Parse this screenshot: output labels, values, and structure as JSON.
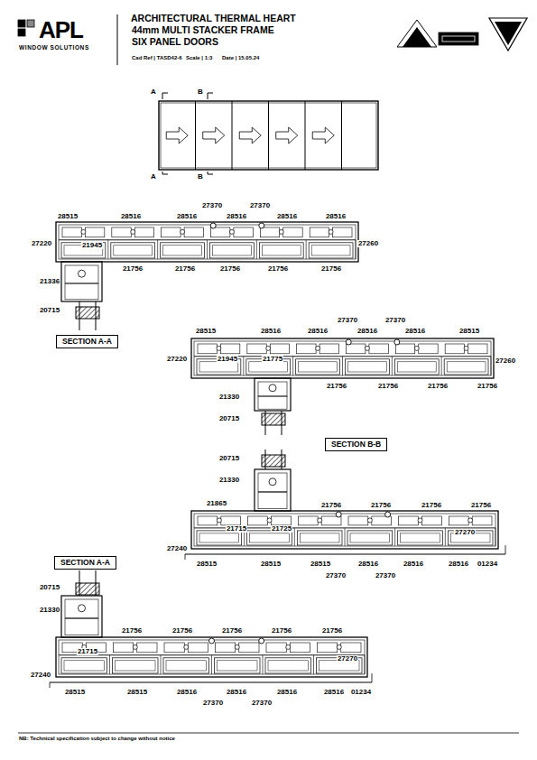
{
  "diagram": {
    "title": "ARCHITECTURAL THERMAL HEART",
    "nodes": [
      {
        "text": [
          "SECTION A-A"
        ]
      },
      {
        "text": [
          "SECTION B-B"
        ]
      },
      {
        "text": [
          "SECTION A-A"
        ]
      }
    ],
    "labels": [
      "APL",
      "WINDOW SOLUTIONS",
      "44mm MULTI STACKER FRAME",
      "SIX PANEL DOORS",
      "Cad Ref | TASD42-6",
      "Scale | 1:3",
      "Date | 15.05.24",
      "NB: Technical specification subject to change without notice",
      "A",
      "B",
      "A",
      "B",
      "28515",
      "28516",
      "28516",
      "27370",
      "28516",
      "27370",
      "28516",
      "28516",
      "27220",
      "21945",
      "27260",
      "21756",
      "21756",
      "21756",
      "21756",
      "21756",
      "21336",
      "20715",
      "28515",
      "28516",
      "27370",
      "27370",
      "28516",
      "28516",
      "28516",
      "28515",
      "27220",
      "21945",
      "21775",
      "27260",
      "21756",
      "21756",
      "21756",
      "21756",
      "21330",
      "20715",
      "20715",
      "21330",
      "21865",
      "21715",
      "21725",
      "21756",
      "21756",
      "21756",
      "21756",
      "27270",
      "27240",
      "28515",
      "28515",
      "28515",
      "28516",
      "28516",
      "28516",
      "01234",
      "27370",
      "27370",
      "20715",
      "21330",
      "21715",
      "21756",
      "21756",
      "21756",
      "21756",
      "21756",
      "27270",
      "27240",
      "28515",
      "28515",
      "28516",
      "28516",
      "28516",
      "28516",
      "01234",
      "27370",
      "27370"
    ]
  }
}
